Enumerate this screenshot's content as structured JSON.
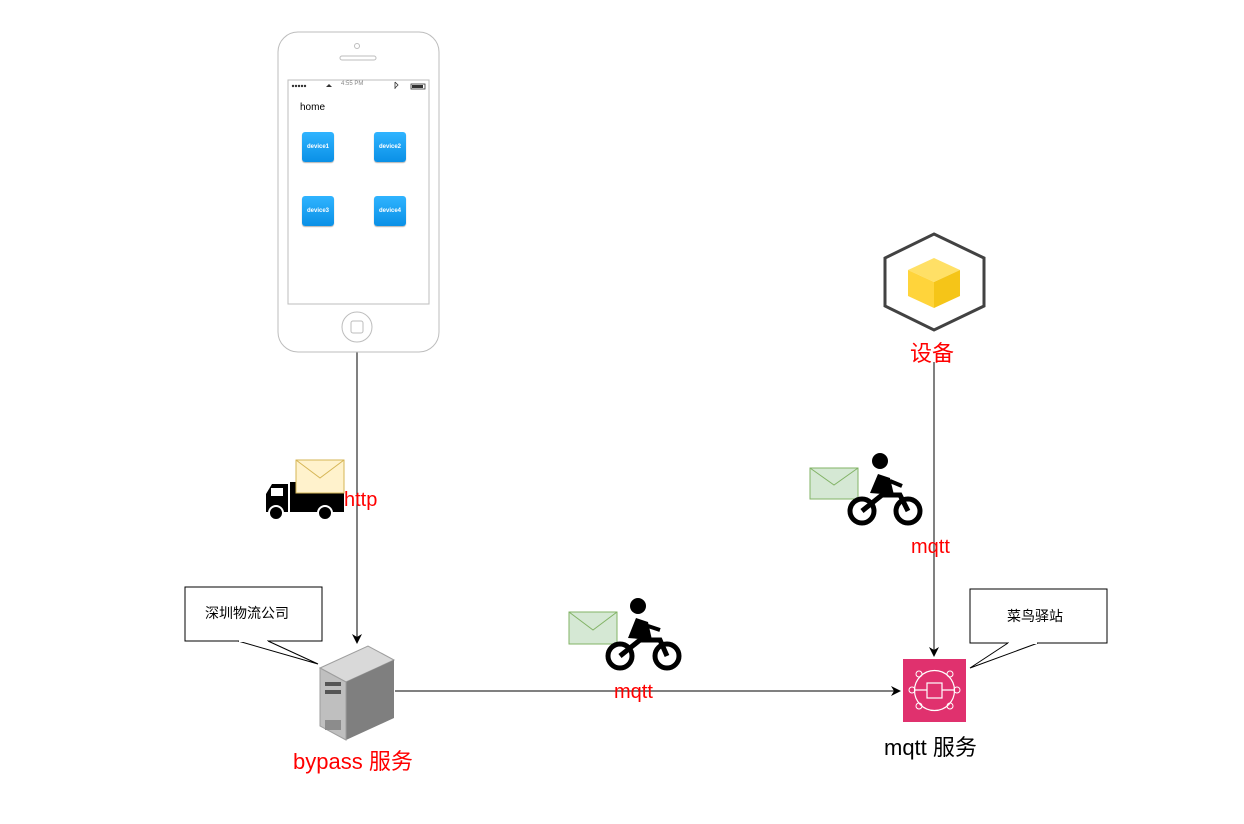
{
  "phone": {
    "status_time": "4:55 PM",
    "screen_title": "home",
    "devices": [
      "device1",
      "device2",
      "device3",
      "device4"
    ]
  },
  "labels": {
    "http": "http",
    "mqtt_left": "mqtt",
    "mqtt_right": "mqtt",
    "bypass_service": "bypass 服务",
    "mqtt_service": "mqtt 服务",
    "device": "设备"
  },
  "callouts": {
    "shenzhen": "深圳物流公司",
    "cainiao": "菜鸟驿站"
  },
  "colors": {
    "label_red": "#ff0000",
    "mqtt_broker_pink": "#e0316e",
    "envelope_yellow": "#fff2cc",
    "envelope_green": "#d5e8d4",
    "device_cube_yellow": "#ffd43b"
  }
}
